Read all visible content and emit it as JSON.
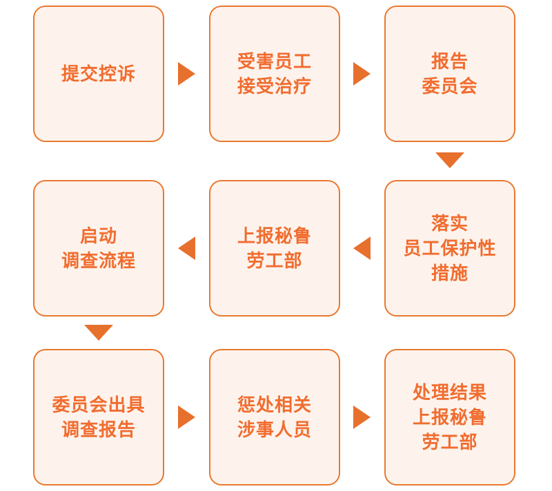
{
  "colors": {
    "background": "#FFFFFF",
    "box_fill": "#FDF3EC",
    "box_border": "#E8782F",
    "text": "#F16C2F",
    "arrow": "#E7702D"
  },
  "flowchart": {
    "type": "flowchart",
    "flow_order": "row 1 left-to-right, down, row 2 right-to-left, down, row 3 left-to-right",
    "steps": [
      {
        "label": "提交控诉",
        "row": 1,
        "col": 1
      },
      {
        "label": "受害员工\n接受治疗",
        "row": 1,
        "col": 2
      },
      {
        "label": "报告\n委员会",
        "row": 1,
        "col": 3
      },
      {
        "label": "落实\n员工保护性\n措施",
        "row": 2,
        "col": 3
      },
      {
        "label": "上报秘鲁\n劳工部",
        "row": 2,
        "col": 2
      },
      {
        "label": "启动\n调查流程",
        "row": 2,
        "col": 1
      },
      {
        "label": "委员会出具\n调查报告",
        "row": 3,
        "col": 1
      },
      {
        "label": "惩处相关\n涉事人员",
        "row": 3,
        "col": 2
      },
      {
        "label": "处理结果\n上报秘鲁\n劳工部",
        "row": 3,
        "col": 3
      }
    ],
    "arrows": [
      {
        "direction": "right",
        "from": "提交控诉",
        "to": "受害员工接受治疗"
      },
      {
        "direction": "right",
        "from": "受害员工接受治疗",
        "to": "报告委员会"
      },
      {
        "direction": "down",
        "from": "报告委员会",
        "to": "落实员工保护性措施"
      },
      {
        "direction": "left",
        "from": "落实员工保护性措施",
        "to": "上报秘鲁劳工部"
      },
      {
        "direction": "left",
        "from": "上报秘鲁劳工部",
        "to": "启动调查流程"
      },
      {
        "direction": "down",
        "from": "启动调查流程",
        "to": "委员会出具调查报告"
      },
      {
        "direction": "right",
        "from": "委员会出具调查报告",
        "to": "惩处相关涉事人员"
      },
      {
        "direction": "right",
        "from": "惩处相关涉事人员",
        "to": "处理结果上报秘鲁劳工部"
      }
    ]
  }
}
